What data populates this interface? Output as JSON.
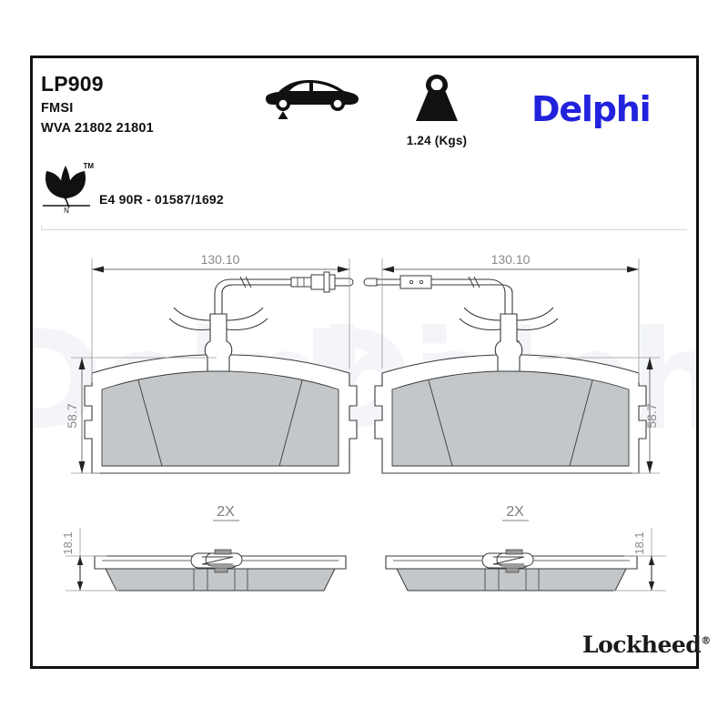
{
  "header": {
    "part_number": "LP909",
    "fmsi_label": "FMSI",
    "wva_label": "WVA 21802 21801",
    "homologation": "E4 90R - 01587/1692",
    "eco_tm": "TM",
    "eco_n": "N",
    "weight": "1.24 (Kgs)",
    "brand": "Delphi",
    "brand_color": "#2222dd",
    "axle_icon": "car-front-axle-icon",
    "weight_icon": "weight-kettlebell-icon",
    "eco_icon": "leaf-eco-icon"
  },
  "drawing": {
    "watermark_text": "Delphi",
    "pads": [
      {
        "id": "pad-left",
        "width_dim": "130.10",
        "height_dim": "58.7",
        "thickness_dim": "18.1",
        "quantity": "2X"
      },
      {
        "id": "pad-right",
        "width_dim": "130.10",
        "height_dim": "58.7",
        "thickness_dim": "18.1",
        "quantity": "2X"
      }
    ],
    "friction_color": "#c3c7ca",
    "line_color": "#3a3a3a"
  },
  "footer": {
    "brand": "Lockheed",
    "registered": "®"
  }
}
